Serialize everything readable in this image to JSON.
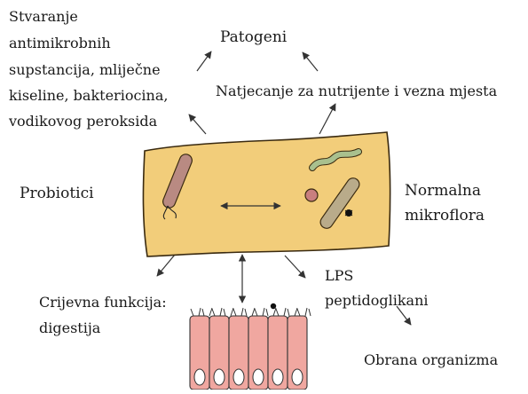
{
  "labels": {
    "patogeni": "Patogeni",
    "stvaranje": [
      "Stvaranje",
      "antimikrobnih",
      "supstancija, mliječne",
      "kiseline, bakteriocina,",
      "vodikovog peroksida"
    ],
    "natjecanje": "Natjecanje za nutrijente i vezna mjesta",
    "probiotici": "Probiotici",
    "normalna": [
      "Normalna",
      "mikroflora"
    ],
    "crijevna": [
      "Crijevna funkcija:",
      "digestija"
    ],
    "lps": [
      "LPS",
      "peptidoglikani"
    ],
    "obrana": "Obrana organizma"
  },
  "colors": {
    "gut_box": "#f2cd7a",
    "gut_box_border": "#3a2a10",
    "probiotic_cell": "#b98a82",
    "flora_green": "#a9c08e",
    "flora_pink": "#c97f7f",
    "flora_rod": "#b9ab8a",
    "epithelium": "#f0a7a0",
    "arrow": "#333333"
  },
  "icons": {
    "probiotic": "rod-bacterium-with-flagellum-icon",
    "flora_spiral": "spiral-bacterium-icon",
    "flora_coccus": "coccus-bacterium-icon",
    "flora_rod": "rod-bacterium-icon",
    "epithelium": "intestinal-epithelial-cells-icon"
  }
}
